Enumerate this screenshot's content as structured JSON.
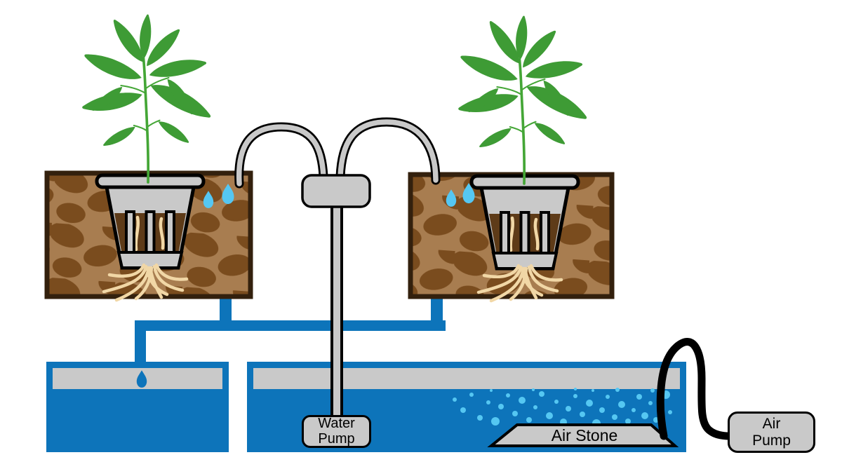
{
  "diagram": {
    "labels": {
      "water_pump": "Water\nPump",
      "air_stone": "Air Stone",
      "air_pump": "Air\nPump"
    },
    "colors": {
      "water_blue": "#0D74BA",
      "bubble_blue": "#55C7F2",
      "tube_gray": "#C9C9C9",
      "outline_black": "#000000",
      "medium_brown": "#A87D50",
      "pebble_brown": "#7A4C1E",
      "slat_gap_brown": "#5E3B18",
      "container_border": "#33200D",
      "leaf_green": "#3E9B35",
      "stem_green": "#44A636",
      "root_tan": "#F1D7A6"
    },
    "components": [
      "grow-container-left",
      "grow-container-right",
      "net-pot-left",
      "net-pot-right",
      "plant-left",
      "plant-right",
      "drip-tube-left",
      "drip-tube-right",
      "tube-manifold",
      "water-pump-tube",
      "drain-pipes",
      "overflow-reservoir",
      "main-reservoir",
      "air-stone",
      "air-line",
      "air-pump",
      "water-pump"
    ],
    "bubbles": [
      [
        648,
        570,
        3
      ],
      [
        660,
        585,
        4
      ],
      [
        672,
        563,
        3
      ],
      [
        684,
        596,
        4
      ],
      [
        696,
        574,
        3
      ],
      [
        706,
        601,
        6
      ],
      [
        714,
        580,
        4
      ],
      [
        724,
        564,
        3
      ],
      [
        734,
        590,
        4
      ],
      [
        744,
        571,
        5
      ],
      [
        754,
        599,
        4
      ],
      [
        763,
        581,
        3
      ],
      [
        772,
        562,
        4
      ],
      [
        783,
        593,
        5
      ],
      [
        793,
        573,
        3
      ],
      [
        803,
        602,
        5
      ],
      [
        810,
        583,
        4
      ],
      [
        820,
        565,
        3
      ],
      [
        830,
        591,
        4
      ],
      [
        840,
        575,
        5
      ],
      [
        850,
        604,
        6
      ],
      [
        858,
        585,
        4
      ],
      [
        866,
        566,
        3
      ],
      [
        876,
        595,
        4
      ],
      [
        886,
        577,
        5
      ],
      [
        895,
        601,
        4
      ],
      [
        903,
        585,
        3
      ],
      [
        911,
        566,
        4
      ],
      [
        919,
        593,
        5
      ],
      [
        927,
        575,
        3
      ],
      [
        935,
        599,
        4
      ],
      [
        941,
        581,
        5
      ],
      [
        949,
        563,
        6
      ],
      [
        955,
        588,
        3
      ],
      [
        700,
        557,
        2
      ],
      [
        760,
        556,
        2
      ],
      [
        820,
        555,
        2
      ],
      [
        880,
        556,
        3
      ],
      [
        930,
        557,
        3
      ],
      [
        845,
        557,
        2
      ]
    ]
  }
}
